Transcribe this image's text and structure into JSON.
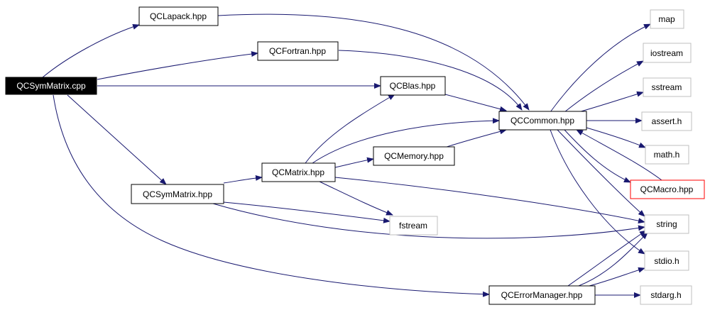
{
  "diagram": {
    "colors": {
      "edge": "#191970",
      "root_fill": "#000000",
      "root_text": "#ffffff",
      "node_border": "#000000",
      "external_border": "#bfbfbf",
      "highlight_border": "#ff0000",
      "node_text": "#000000"
    },
    "nodes": [
      {
        "id": "root",
        "label": "QCSymMatrix.cpp"
      },
      {
        "id": "lapack",
        "label": "QCLapack.hpp"
      },
      {
        "id": "fortran",
        "label": "QCFortran.hpp"
      },
      {
        "id": "blas",
        "label": "QCBlas.hpp"
      },
      {
        "id": "common",
        "label": "QCCommon.hpp"
      },
      {
        "id": "memory",
        "label": "QCMemory.hpp"
      },
      {
        "id": "matrix",
        "label": "QCMatrix.hpp"
      },
      {
        "id": "symmatrix",
        "label": "QCSymMatrix.hpp"
      },
      {
        "id": "fstream",
        "label": "fstream"
      },
      {
        "id": "errmgr",
        "label": "QCErrorManager.hpp"
      },
      {
        "id": "map",
        "label": "map"
      },
      {
        "id": "iostream",
        "label": "iostream"
      },
      {
        "id": "sstream",
        "label": "sstream"
      },
      {
        "id": "asserth",
        "label": "assert.h"
      },
      {
        "id": "mathh",
        "label": "math.h"
      },
      {
        "id": "macro",
        "label": "QCMacro.hpp"
      },
      {
        "id": "string",
        "label": "string"
      },
      {
        "id": "stdioh",
        "label": "stdio.h"
      },
      {
        "id": "stdargh",
        "label": "stdarg.h"
      }
    ]
  }
}
